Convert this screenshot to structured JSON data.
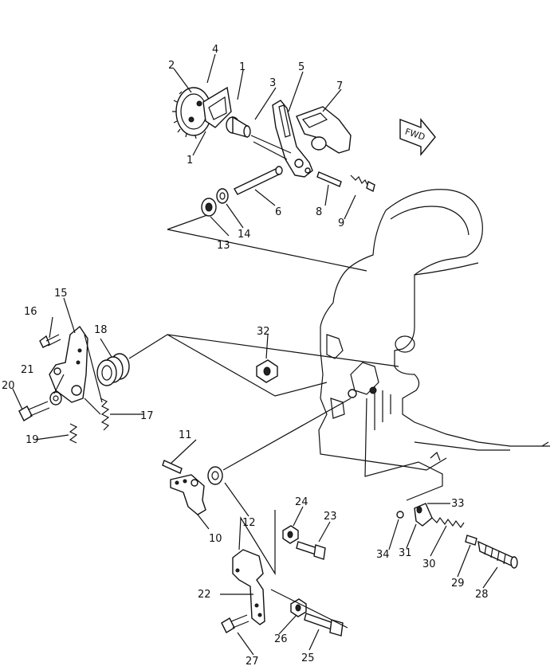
{
  "diagram": {
    "forward_marker": "FWD",
    "callouts": [
      "1",
      "1",
      "2",
      "3",
      "4",
      "5",
      "6",
      "7",
      "8",
      "9",
      "10",
      "11",
      "12",
      "13",
      "14",
      "15",
      "16",
      "17",
      "18",
      "19",
      "20",
      "21",
      "22",
      "23",
      "24",
      "25",
      "26",
      "27",
      "28",
      "29",
      "30",
      "31",
      "32",
      "33",
      "34"
    ]
  }
}
